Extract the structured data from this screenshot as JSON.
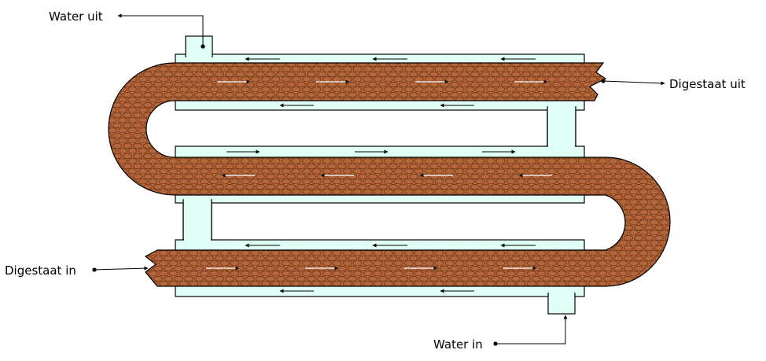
{
  "labels": {
    "water_out": "Water uit",
    "digestate_out": "Digestaat uit",
    "digestate_in": "Digestaat in",
    "water_in": "Water in"
  },
  "colors": {
    "water": "#e0fff6",
    "digestate": "#b5673b",
    "digestate_texture": "#7a3f1e",
    "outline": "#000000"
  }
}
